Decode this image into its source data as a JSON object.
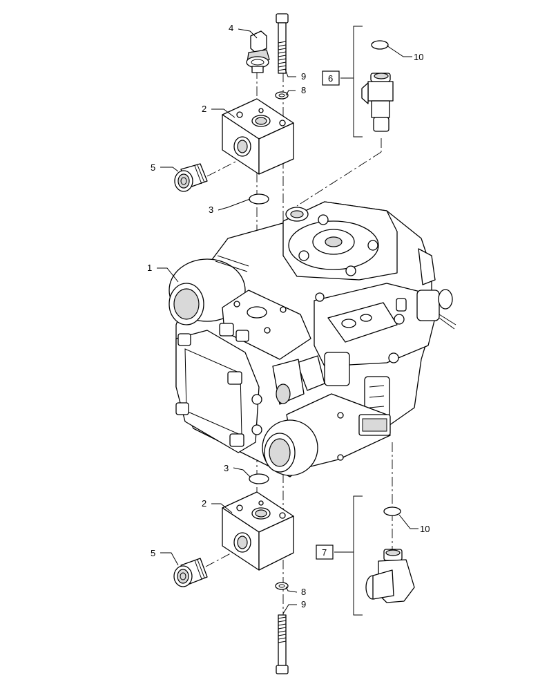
{
  "callouts": {
    "c1": "1",
    "c2_top": "2",
    "c2_bottom": "2",
    "c3_top": "3",
    "c3_bottom": "3",
    "c4": "4",
    "c5_top": "5",
    "c5_bottom": "5",
    "c6": "6",
    "c7": "7",
    "c8_top": "8",
    "c8_bottom": "8",
    "c9_top": "9",
    "c9_bottom": "9",
    "c10_top": "10",
    "c10_bottom": "10"
  },
  "parts": [
    {
      "id": "1",
      "name": "hydraulic-pump"
    },
    {
      "id": "2",
      "name": "port-block"
    },
    {
      "id": "3",
      "name": "o-ring"
    },
    {
      "id": "4",
      "name": "fitting"
    },
    {
      "id": "5",
      "name": "plug"
    },
    {
      "id": "6",
      "name": "straight-fitting-kit"
    },
    {
      "id": "7",
      "name": "elbow-fitting-kit"
    },
    {
      "id": "8",
      "name": "washer"
    },
    {
      "id": "9",
      "name": "bolt"
    },
    {
      "id": "10",
      "name": "o-ring"
    }
  ]
}
